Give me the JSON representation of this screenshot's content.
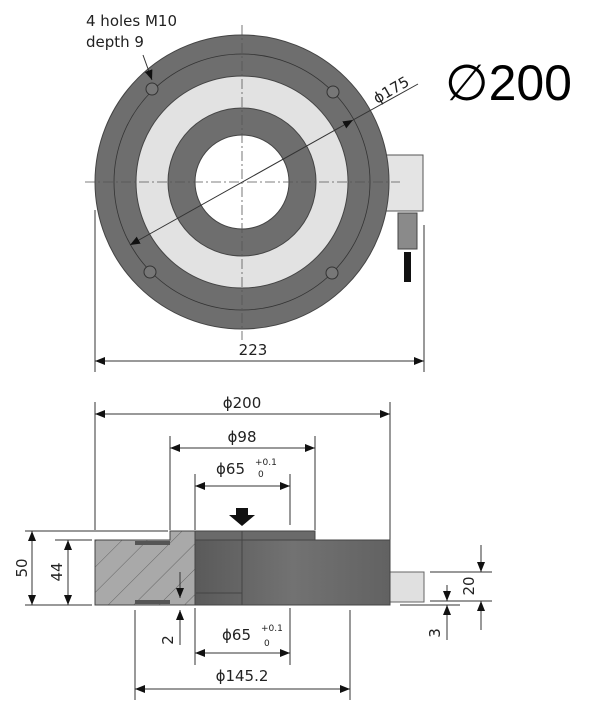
{
  "top_view": {
    "holes_label_line1": "4 holes M10",
    "holes_label_line2": "depth 9",
    "bolt_circle_dim": "ϕ175",
    "width_dim": "223"
  },
  "side_view": {
    "outer_diameter_dim": "ϕ200",
    "boss_diameter_dim": "ϕ98",
    "bore_top_dim": "ϕ65",
    "bore_bottom_dim": "ϕ65",
    "tol_upper": "+0.1",
    "tol_lower": "0",
    "base_diameter_dim": "ϕ145.2",
    "height_total_dim": "50",
    "height_body_dim": "44",
    "groove_depth_dim": "2",
    "connector_height_dim": "20",
    "connector_offset_dim": "3"
  },
  "headline": {
    "diameter_symbol": "∅",
    "diameter_value": "200"
  },
  "colors": {
    "dark": "#6e6e6e",
    "light": "#e2e2e2",
    "hatch": "#a8a8a8"
  }
}
